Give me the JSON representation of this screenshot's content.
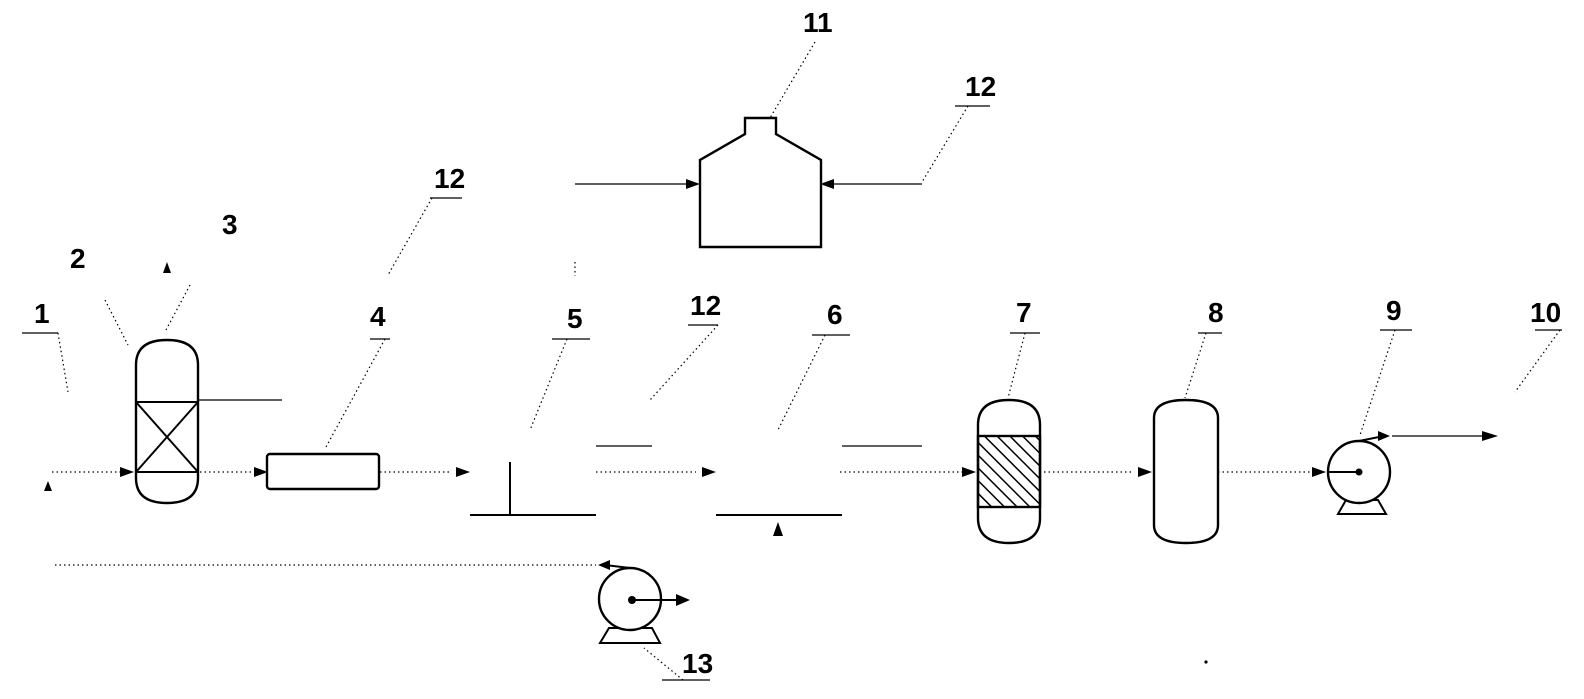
{
  "labels": {
    "l1": "1",
    "l2": "2",
    "l3": "3",
    "l4": "4",
    "l5": "5",
    "l6": "6",
    "l7": "7",
    "l8": "8",
    "l9": "9",
    "l10": "10",
    "l11": "11",
    "l12a": "12",
    "l12b": "12",
    "l12c": "12",
    "l13": "13"
  }
}
